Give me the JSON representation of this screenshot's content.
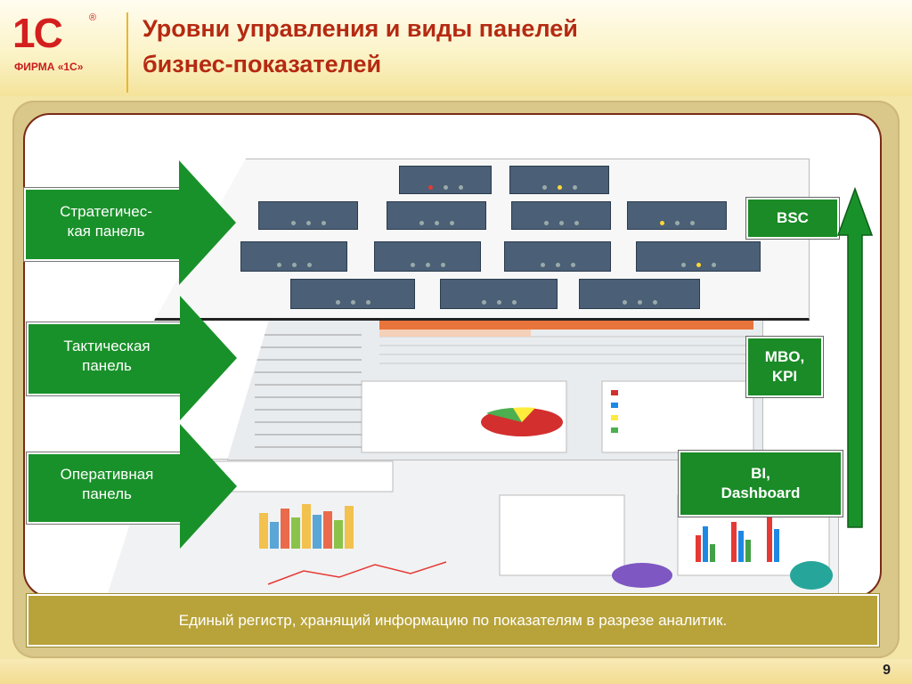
{
  "logo": {
    "mark": "1С",
    "reg": "®",
    "subtitle": "ФИРМА «1С»"
  },
  "title": {
    "line1": "Уровни управления и виды панелей",
    "line2": "бизнес-показателей"
  },
  "arrows": [
    {
      "label": "Стратегичес-\nкая панель"
    },
    {
      "label": "Тактическая\nпанель"
    },
    {
      "label": "Оперативная\nпанель"
    }
  ],
  "tags": [
    {
      "label": "BSC"
    },
    {
      "label": "MBO,\nKPI"
    },
    {
      "label": "BI,\nDashboard"
    }
  ],
  "footer_text": "Единый регистр, хранящий информацию по показателям в разрезе аналитик.",
  "page_number": "9",
  "colors": {
    "accent_red": "#b52a12",
    "arrow_green": "#19912a",
    "bottom_bar": "#b8a33a"
  }
}
